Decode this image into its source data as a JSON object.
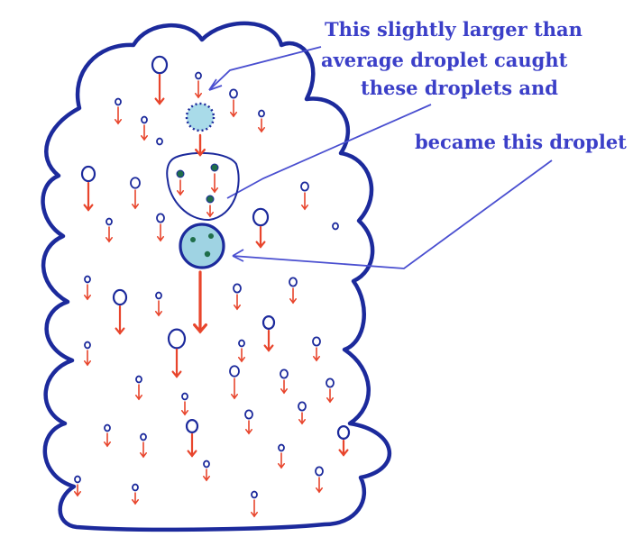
{
  "annotation": {
    "line1": "This slightly larger than",
    "line2": "average droplet caught",
    "line3": "these droplets and",
    "line4": "became this droplet"
  },
  "colors": {
    "cloud_outline": "#1c2a9c",
    "droplet_outline": "#1c2a9c",
    "fall_arrow": "#e8452c",
    "annotation_text": "#3b3fc8",
    "pointer_line": "#4a4fd0",
    "captured_droplet_fill": "#1f6e4a",
    "small_droplet_fill": "#a9dbe9",
    "merged_droplet_fill": "#9fd3e3"
  },
  "icons": {
    "cloud": "cloud-outline",
    "droplet": "cloud-droplet",
    "arrow": "fall-arrow"
  }
}
